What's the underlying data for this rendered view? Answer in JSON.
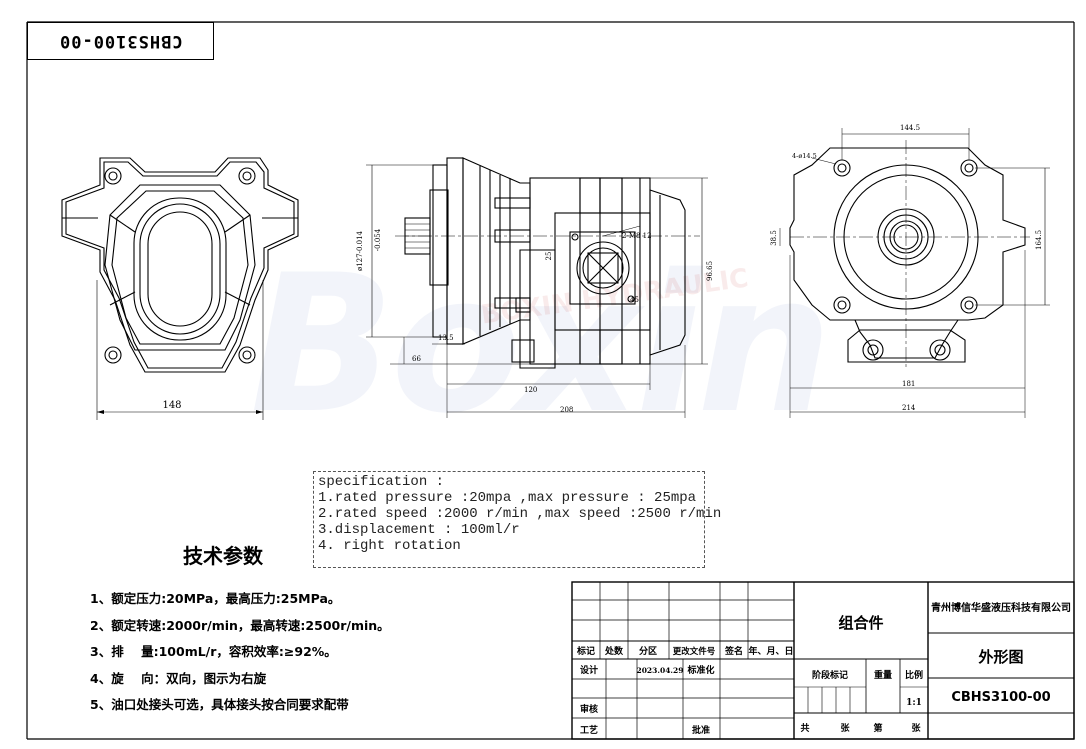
{
  "drawing_code": "CBHS3100-00",
  "watermark": {
    "brand": "Boxin",
    "tagline": "BOXIN HYDRAULIC"
  },
  "dimensions": {
    "front_width": "148",
    "side_dia": "ø127-0.014\n-0.054",
    "side_a": "ø127-0.014",
    "side_b": "-0.054",
    "side_small_1": "13.5",
    "side_small_2": "66",
    "side_len_1": "120",
    "side_len_2": "208",
    "side_height": "96.65",
    "side_port": "25",
    "side_thread": "2-M8 12",
    "side_angle": "45",
    "right_top": "144.5",
    "right_hole": "4-ø14.5",
    "right_side": "164.5",
    "right_left": "38.5",
    "right_bottom_1": "181",
    "right_bottom_2": "214"
  },
  "spec": {
    "title": "specification :",
    "lines": [
      "1.rated pressure :20mpa ,max pressure : 25mpa",
      "2.rated speed :2000 r/min ,max speed :2500 r/min",
      "3.displacement : 100ml/r",
      "4. right rotation"
    ]
  },
  "tech": {
    "title": "技术参数",
    "lines": [
      "1、额定压力:20MPa，最高压力:25MPa。",
      "2、额定转速:2000r/min，最高转速:2500r/min。",
      "3、排    量:100mL/r，容积效率:≥92%。",
      "4、旋    向：双向，图示为右旋",
      "5、油口处接头可选，具体接头按合同要求配带"
    ]
  },
  "title_block": {
    "rev_headers": [
      "标记",
      "处数",
      "分区",
      "更改文件号",
      "签名",
      "年、月、日"
    ],
    "design": "设计",
    "date": "2023.04.29",
    "standardize": "标准化",
    "stage_mark": "阶段标记",
    "weight": "重量",
    "scale": "比例",
    "scale_value": "1:1",
    "review": "审核",
    "process": "工艺",
    "approve": "批准",
    "total": "共",
    "sheets": "张",
    "num": "第",
    "sheets2": "张",
    "part_name": "组合件",
    "company": "青州博信华盛液压科技有限公司",
    "drawing_name": "外形图",
    "drawing_no": "CBHS3100-00"
  }
}
